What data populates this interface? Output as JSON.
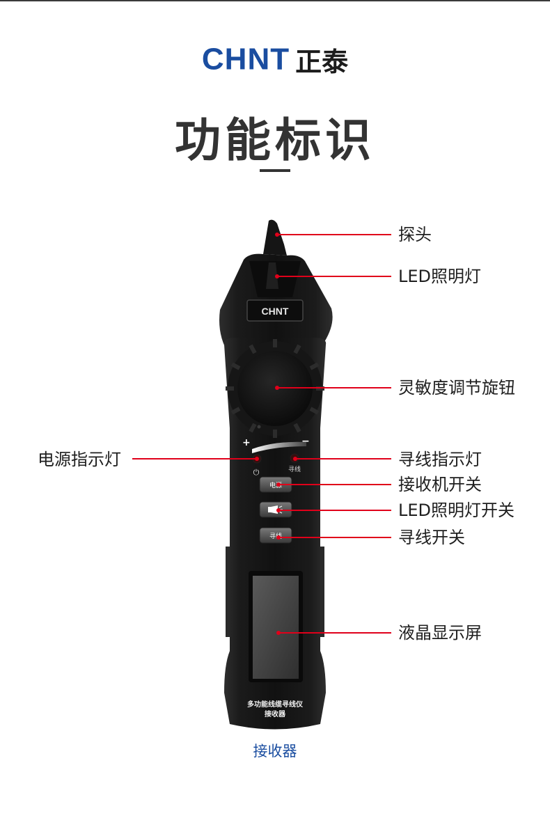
{
  "brand": {
    "logo_en": "CHNT",
    "logo_cn": "正泰"
  },
  "heading": {
    "title": "功能标识"
  },
  "device": {
    "badge": "CHNT",
    "button_power": "电源",
    "button_trace": "寻线",
    "trace_indicator_text": "寻线",
    "name_line1": "多功能线缆寻线仪",
    "name_line2": "接收器"
  },
  "callouts": {
    "probe": "探头",
    "led_light": "LED照明灯",
    "sensitivity_knob": "灵敏度调节旋钮",
    "power_indicator": "电源指示灯",
    "trace_indicator": "寻线指示灯",
    "receiver_switch": "接收机开关",
    "led_switch": "LED照明灯开关",
    "trace_switch": "寻线开关",
    "lcd": "液晶显示屏"
  },
  "caption": "接收器",
  "colors": {
    "brand_blue": "#1a4da0",
    "callout_red": "#e0001a"
  }
}
